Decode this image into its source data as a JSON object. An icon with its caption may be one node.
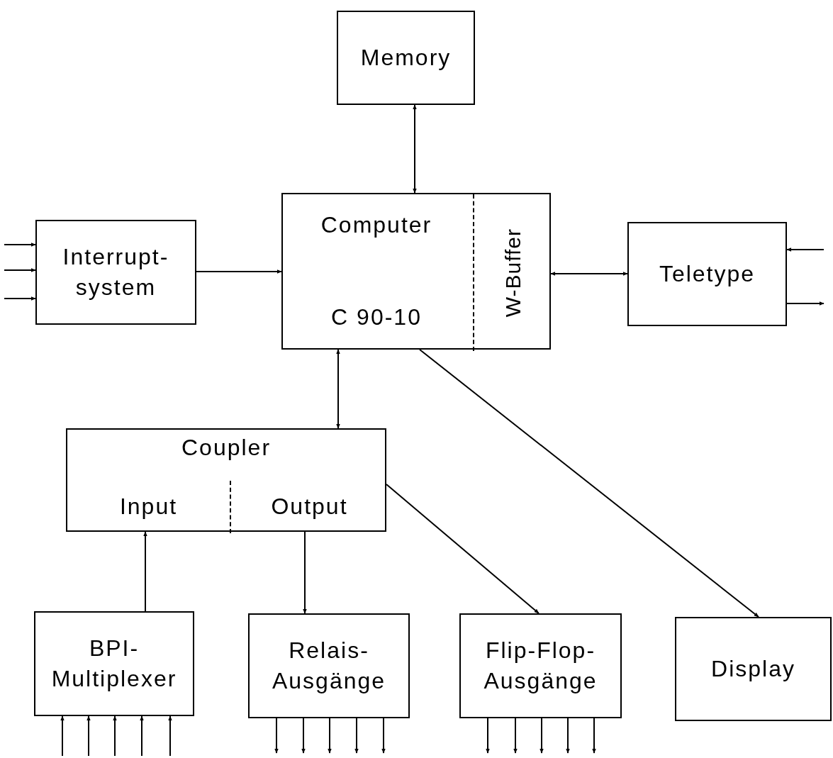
{
  "diagram": {
    "nodes": [
      {
        "text": [
          "Memory"
        ]
      },
      {
        "text": [
          "Computer",
          "C 90-10"
        ]
      },
      {
        "text": [
          "W-Buffer"
        ],
        "in": 1
      },
      {
        "text": [
          "Interrupt- system"
        ]
      },
      {
        "text": [
          "Teletype"
        ]
      },
      {
        "text": [
          "Coupler"
        ]
      },
      {
        "text": [
          "Input"
        ],
        "in": 5
      },
      {
        "text": [
          "Output"
        ],
        "in": 5
      },
      {
        "text": [
          "BPI- Multiplexer"
        ]
      },
      {
        "text": [
          "Relais- Ausgänge"
        ]
      },
      {
        "text": [
          "Flip-Flop- Ausgänge"
        ]
      },
      {
        "text": [
          "Display"
        ]
      }
    ],
    "edges": [
      {
        "from": 0,
        "to": 1,
        "arrow": "both"
      },
      {
        "from": 3,
        "to": 1,
        "arrow": "to"
      },
      {
        "from": null,
        "to": 3,
        "arrow": "to"
      },
      {
        "from": null,
        "to": 3,
        "arrow": "to"
      },
      {
        "from": null,
        "to": 3,
        "arrow": "to"
      },
      {
        "from": 2,
        "to": 4,
        "arrow": "both"
      },
      {
        "from": null,
        "to": 4,
        "arrow": "to"
      },
      {
        "from": 4,
        "to": null,
        "arrow": "to"
      },
      {
        "from": 1,
        "to": 5,
        "arrow": "both"
      },
      {
        "from": 1,
        "to": 11,
        "arrow": "to"
      },
      {
        "from": 8,
        "to": 6,
        "arrow": "to"
      },
      {
        "from": 7,
        "to": 9,
        "arrow": "to"
      },
      {
        "from": 5,
        "to": 10,
        "arrow": "to"
      },
      {
        "from": null,
        "to": 8,
        "arrow": "to"
      },
      {
        "from": null,
        "to": 8,
        "arrow": "to"
      },
      {
        "from": null,
        "to": 8,
        "arrow": "to"
      },
      {
        "from": null,
        "to": 8,
        "arrow": "to"
      },
      {
        "from": null,
        "to": 8,
        "arrow": "to"
      },
      {
        "from": 9,
        "to": null,
        "arrow": "to"
      },
      {
        "from": 9,
        "to": null,
        "arrow": "to"
      },
      {
        "from": 9,
        "to": null,
        "arrow": "to"
      },
      {
        "from": 9,
        "to": null,
        "arrow": "to"
      },
      {
        "from": 9,
        "to": null,
        "arrow": "to"
      },
      {
        "from": 10,
        "to": null,
        "arrow": "to"
      },
      {
        "from": 10,
        "to": null,
        "arrow": "to"
      },
      {
        "from": 10,
        "to": null,
        "arrow": "to"
      },
      {
        "from": 10,
        "to": null,
        "arrow": "to"
      },
      {
        "from": 10,
        "to": null,
        "arrow": "to"
      }
    ]
  }
}
